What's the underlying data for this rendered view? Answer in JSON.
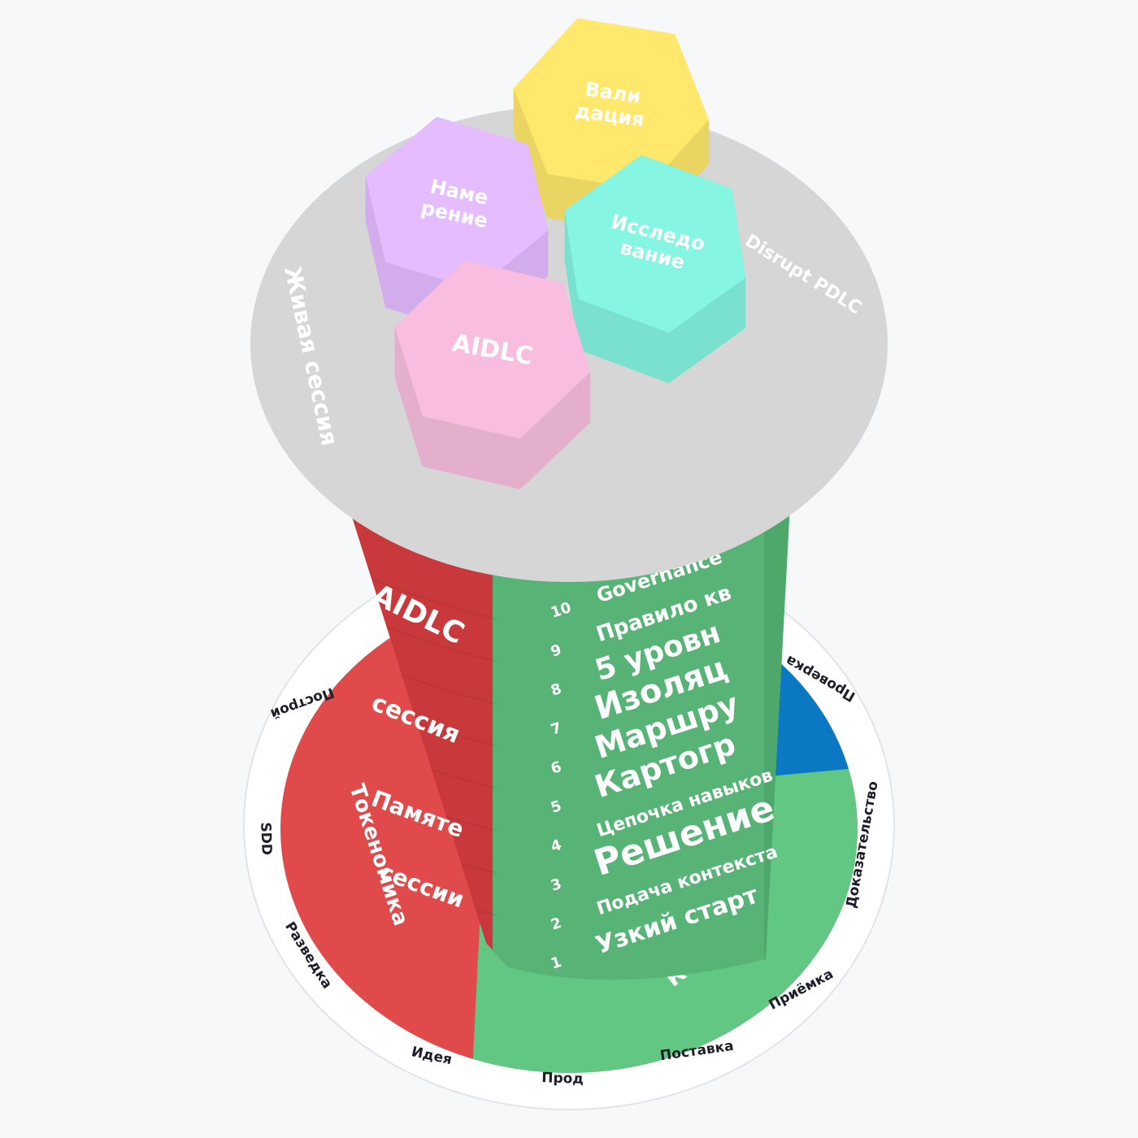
{
  "colors": {
    "background": "#f7f8fa",
    "red": "#e04a4a",
    "red_dark": "#c9393b",
    "green": "#63c784",
    "green_dark": "#58b476",
    "blue": "#0a78c2",
    "plate": "#d6d6d6",
    "hex_yellow": "#ffe86b",
    "hex_purple": "#e5bcff",
    "hex_teal": "#86f5e1",
    "hex_pink": "#f8bddf"
  },
  "base_ring_labels": [
    {
      "text": "Идея"
    },
    {
      "text": "Прод"
    },
    {
      "text": "Поставка"
    },
    {
      "text": "Приёмка"
    },
    {
      "text": "Доказательство"
    },
    {
      "text": "Проверка"
    },
    {
      "text": "Разведка"
    },
    {
      "text": "SDD"
    },
    {
      "text": "Построй"
    }
  ],
  "base_sector_labels": {
    "left": "Токеномика",
    "right": "Контекст"
  },
  "column_left_labels": [
    {
      "text": "AIDLC"
    },
    {
      "text": "сессия"
    },
    {
      "text": "Памяте"
    },
    {
      "text": "сессии"
    }
  ],
  "column_right_rows": [
    {
      "num": "10",
      "text": "Governance"
    },
    {
      "num": "9",
      "text": "Правило кв"
    },
    {
      "num": "8",
      "text": "5 уровн"
    },
    {
      "num": "7",
      "text": "Изоляц"
    },
    {
      "num": "6",
      "text": "Маршру"
    },
    {
      "num": "5",
      "text": "Картогр"
    },
    {
      "num": "4",
      "text": "Цепочка навыков"
    },
    {
      "num": "3",
      "text": "Решение"
    },
    {
      "num": "2",
      "text": "Подача контекста"
    },
    {
      "num": "1",
      "text": "Узкий старт"
    }
  ],
  "plate_labels": {
    "left": "Живая сессия",
    "right": "Disrupt PDLC"
  },
  "hexagons": [
    {
      "line1": "Вали",
      "line2": "дация",
      "color": "hex_yellow"
    },
    {
      "line1": "Наме",
      "line2": "рение",
      "color": "hex_purple"
    },
    {
      "line1": "Исследо",
      "line2": "вание",
      "color": "hex_teal"
    },
    {
      "line1": "AIDLC",
      "line2": "",
      "color": "hex_pink"
    }
  ]
}
